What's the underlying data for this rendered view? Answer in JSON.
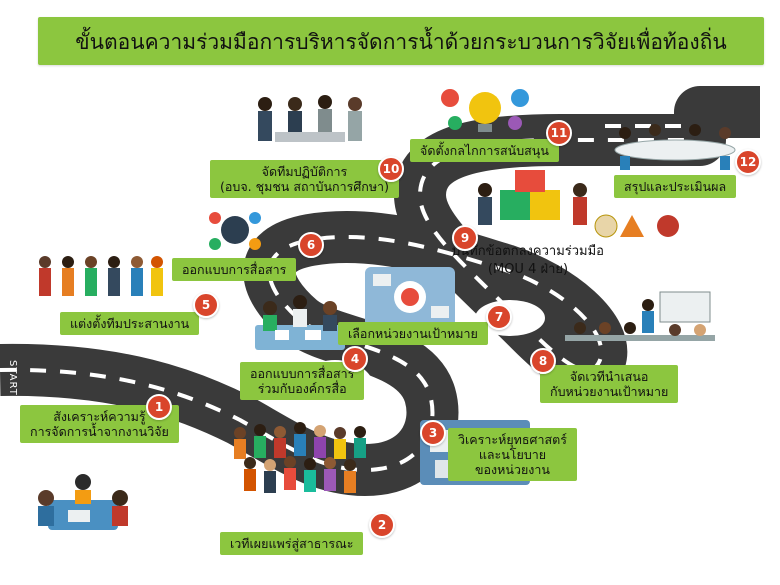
{
  "title": "ขั้นตอนความร่วมมือการบริหารจัดการน้ำด้วยกระบวนการวิจัยเพื่อท้องถิ่น",
  "start_label": "START",
  "steps": [
    {
      "num": "1",
      "lines": [
        "สังเคราะห์ความรู้",
        "การจัดการน้ำจากงานวิจัย"
      ]
    },
    {
      "num": "2",
      "lines": [
        "เวทีเผยแพร่สู่สาธารณะ"
      ]
    },
    {
      "num": "3",
      "lines": [
        "วิเคราะห์ยุทธศาสตร์",
        "และนโยบาย",
        "ของหน่วยงาน"
      ]
    },
    {
      "num": "4",
      "lines": [
        "ออกแบบการสื่อสาร",
        "ร่วมกับองค์กรสื่อ"
      ]
    },
    {
      "num": "5",
      "lines": [
        "แต่งตั้งทีมประสานงาน"
      ]
    },
    {
      "num": "6",
      "lines": [
        "ออกแบบการสื่อสาร"
      ]
    },
    {
      "num": "7",
      "lines": [
        "เลือกหน่วยงานเป้าหมาย"
      ]
    },
    {
      "num": "8",
      "lines": [
        "จัดเวทีนำเสนอ",
        "กับหน่วยงานเป้าหมาย"
      ]
    },
    {
      "num": "9",
      "lines": [
        "บันทึกข้อตกลงความร่วมมือ",
        "(MOU 4 ฝ่าย)"
      ]
    },
    {
      "num": "10",
      "lines": [
        "จัดทีมปฏิบัติการ",
        "(อบจ. ชุมชน สถาบันการศึกษา)"
      ]
    },
    {
      "num": "11",
      "lines": [
        "จัดตั้งกลไกการสนับสนุน"
      ]
    },
    {
      "num": "12",
      "lines": [
        "สรุปและประเมินผล"
      ]
    }
  ],
  "colors": {
    "label_bg": "#8cc63f",
    "badge": "#d9452b",
    "road": "#3a3a3a"
  },
  "icons": [
    "meeting-group-icon",
    "crowd-icon",
    "document-analysis-icon",
    "press-meeting-icon",
    "team-people-icon",
    "media-digital-icon",
    "target-hands-icon",
    "presentation-icon",
    "handshake-puzzle-icon",
    "business-team-icon",
    "ideas-gears-icon",
    "conference-table-icon",
    "org-logos-icon"
  ]
}
